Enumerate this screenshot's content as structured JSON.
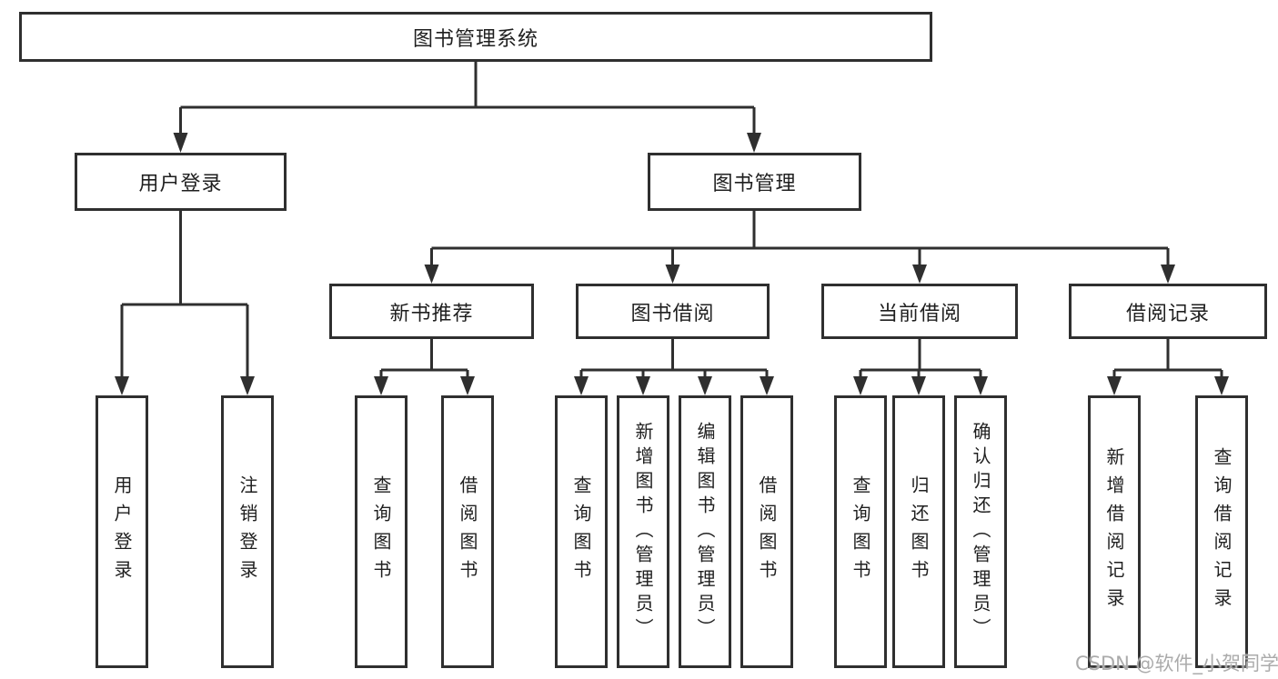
{
  "diagram": {
    "title": "图书管理系统",
    "root": {
      "label": "图书管理系统"
    },
    "level1": [
      {
        "label": "用户登录"
      },
      {
        "label": "图书管理"
      }
    ],
    "level2": [
      {
        "label": "新书推荐"
      },
      {
        "label": "图书借阅"
      },
      {
        "label": "当前借阅"
      },
      {
        "label": "借阅记录"
      }
    ],
    "leaves": {
      "user_login": [
        "用户登录",
        "注销登录"
      ],
      "new_books": [
        "查询图书",
        "借阅图书"
      ],
      "book_borrow": [
        "查询图书",
        "新增图书（管理员）",
        "编辑图书（管理员）",
        "借阅图书"
      ],
      "current_borrow": [
        "查询图书",
        "归还图书",
        "确认归还（管理员）"
      ],
      "borrow_records": [
        "新增借阅记录",
        "查询借阅记录"
      ]
    },
    "colors": {
      "line": "#2f2f2f",
      "box_border": "#2f2f2f",
      "box_fill": "#ffffff",
      "text": "#1f1f1f",
      "watermark": "#ababab"
    }
  },
  "watermark": {
    "text": "CSDN @软件_小贺同学"
  }
}
